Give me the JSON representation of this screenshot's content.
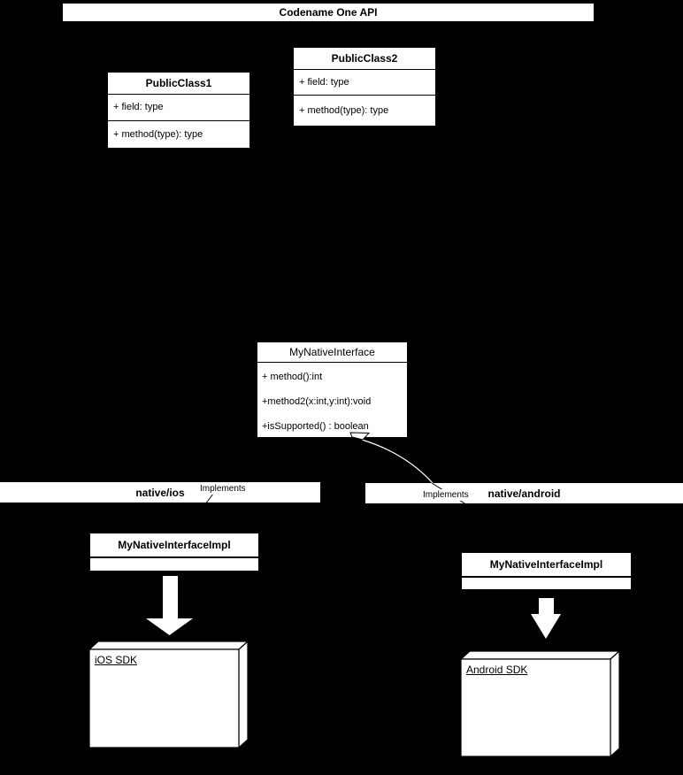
{
  "colors": {
    "background": "#000000",
    "node_fill": "#ffffff",
    "line": "#000000",
    "text": "#000000"
  },
  "header": {
    "title": "Codename One API"
  },
  "classes": {
    "public_class1": {
      "title": "PublicClass1",
      "members": [
        "+ field: type",
        "+ method(type): type"
      ]
    },
    "public_class2": {
      "title": "PublicClass2",
      "members": [
        "+ field: type",
        "+ method(type): type"
      ]
    },
    "native_interface": {
      "title": "MyNativeInterface",
      "members": [
        "+ method():int",
        "+method2(x:int,y:int):void",
        "+isSupported() : boolean"
      ]
    }
  },
  "sections": {
    "ios": {
      "package_label": "native/ios",
      "edge_label": "Implements",
      "impl_title": "MyNativeInterfaceImpl",
      "sdk_label": "iOS SDK"
    },
    "android": {
      "package_label": "native/android",
      "edge_label": "Implements",
      "impl_title": "MyNativeInterfaceImpl",
      "sdk_label": "Android SDK"
    }
  }
}
